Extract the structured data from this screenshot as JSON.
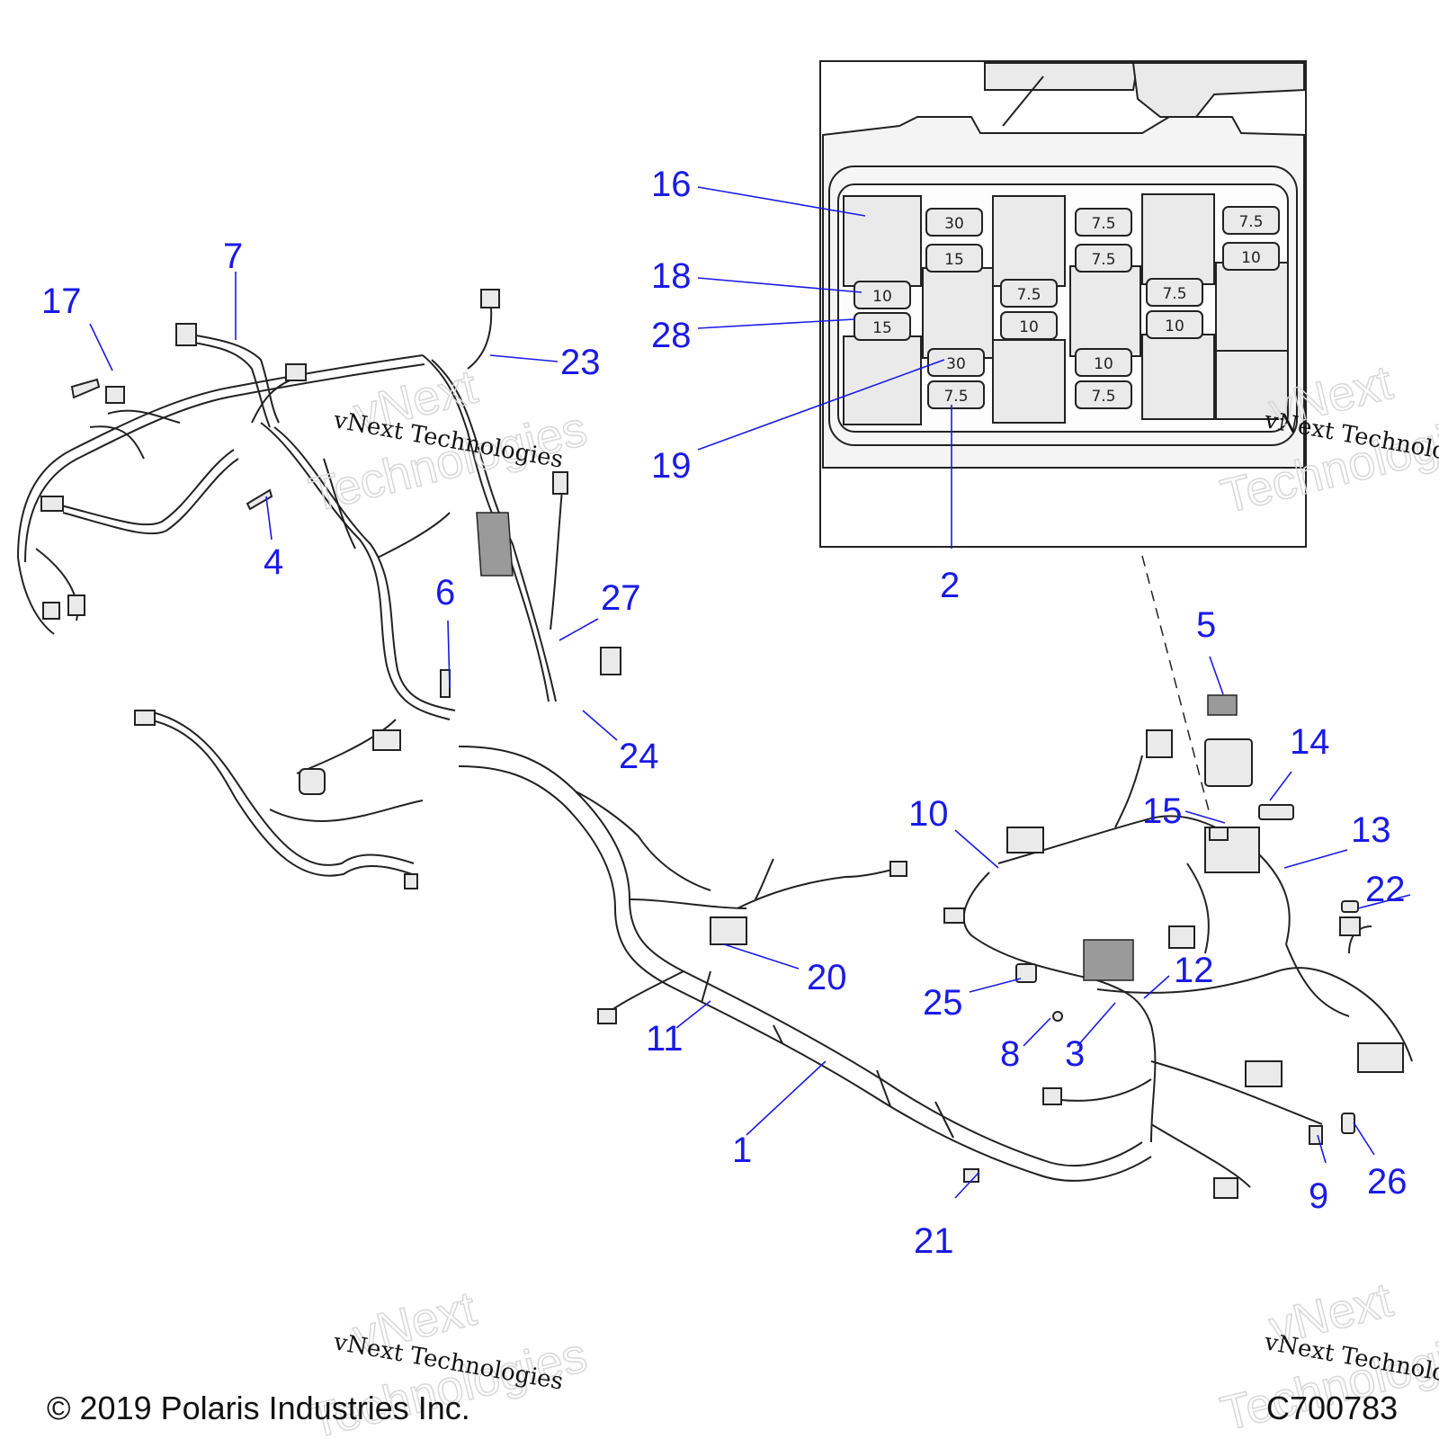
{
  "callouts": {
    "c1": "1",
    "c2": "2",
    "c3": "3",
    "c4": "4",
    "c5": "5",
    "c6": "6",
    "c7": "7",
    "c8": "8",
    "c9": "9",
    "c10": "10",
    "c11": "11",
    "c12": "12",
    "c13": "13",
    "c14": "14",
    "c15": "15",
    "c16": "16",
    "c17": "17",
    "c18": "18",
    "c19": "19",
    "c20": "20",
    "c21": "21",
    "c22": "22",
    "c23": "23",
    "c24": "24",
    "c25": "25",
    "c26": "26",
    "c27": "27",
    "c28": "28"
  },
  "fuses": {
    "f1": "30",
    "f2": "15",
    "f3": "10",
    "f4": "15",
    "f5": "30",
    "f6": "7.5",
    "f7": "7.5",
    "f8": "10",
    "f9": "7.5",
    "f10": "7.5",
    "f11": "10",
    "f12": "7.5",
    "f13": "7.5",
    "f14": "10",
    "f15": "7.5",
    "f16": "10"
  },
  "watermark": {
    "text": "vNext Technologies",
    "ghost_line1": "vNext",
    "ghost_line2": "Technologies"
  },
  "footer": {
    "copyright": "© 2019 Polaris Industries Inc.",
    "code": "C700783"
  },
  "colors": {
    "callout": "#1a1ae6",
    "line": "#222222"
  }
}
